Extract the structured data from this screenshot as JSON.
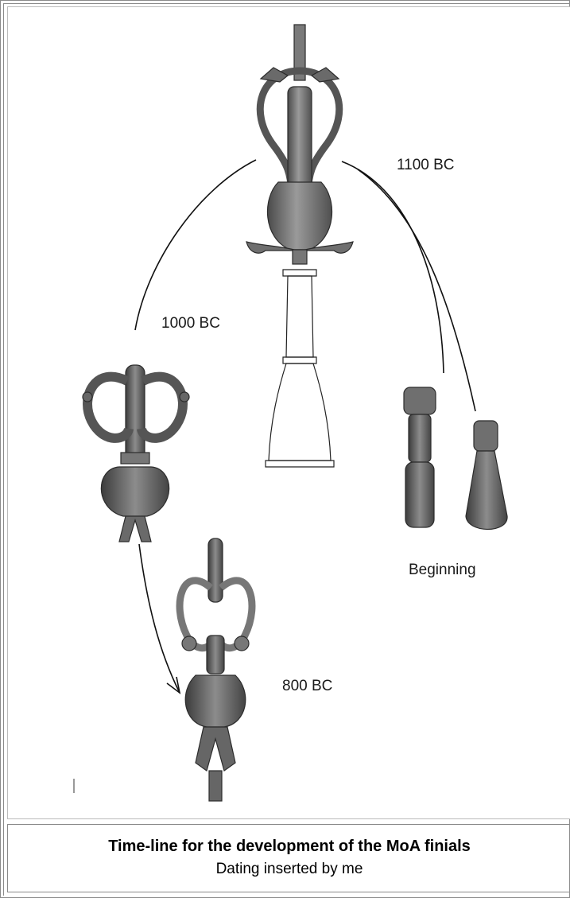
{
  "figure": {
    "labels": {
      "date_1100": "1100 BC",
      "date_1000": "1000 BC",
      "date_800": "800 BC",
      "beginning": "Beginning"
    }
  },
  "caption": {
    "title": "Time-line for the development of the MoA finials",
    "subtitle": "Dating inserted by me"
  },
  "colors": {
    "bronze_dark": "#3f3f3f",
    "bronze_mid": "#6b6b6b",
    "bronze_light": "#a6a6a6",
    "frame_border": "#8a8a8a"
  }
}
